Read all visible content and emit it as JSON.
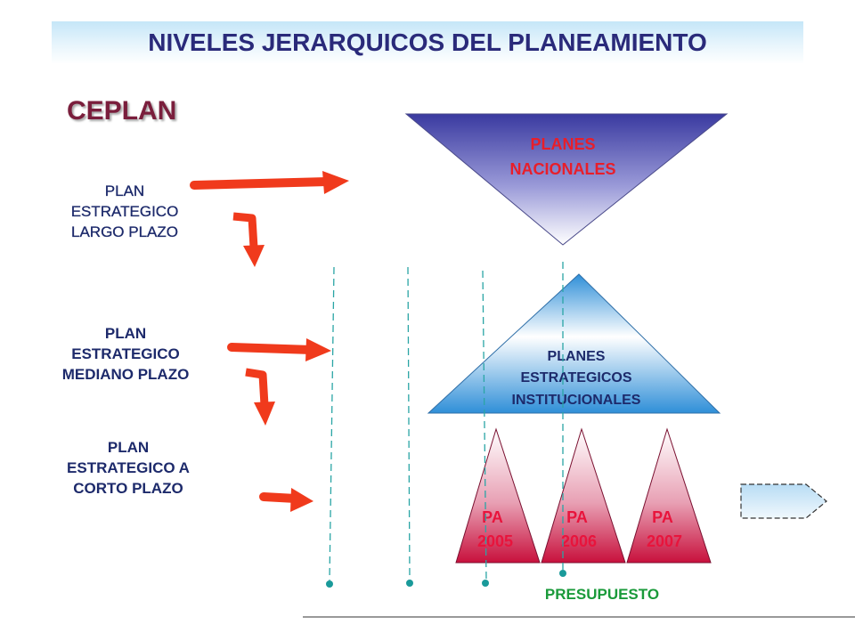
{
  "title": "NIVELES JERARQUICOS DEL PLANEAMIENTO",
  "org": "CEPLAN",
  "levels": [
    {
      "lines": [
        "PLAN",
        "ESTRATEGICO",
        "LARGO PLAZO"
      ]
    },
    {
      "lines": [
        "PLAN",
        "ESTRATEGICO",
        "MEDIANO PLAZO"
      ]
    },
    {
      "lines": [
        "PLAN",
        "ESTRATEGICO A",
        "CORTO PLAZO"
      ]
    }
  ],
  "top_triangle": {
    "lines": [
      "PLANES",
      "NACIONALES"
    ]
  },
  "mid_triangle": {
    "lines": [
      "PLANES",
      "ESTRATEGICOS",
      "INSTITUCIONALES"
    ]
  },
  "annual_plans": [
    {
      "label": "PA",
      "year": "2005"
    },
    {
      "label": "PA",
      "year": "2006"
    },
    {
      "label": "PA",
      "year": "2007"
    }
  ],
  "budget_label": "PRESUPUESTO",
  "colors": {
    "arrow": "#f03a1c",
    "title": "#2a2a7a",
    "org": "#7a1e3c",
    "guide": "#2aa5a5",
    "annual": "#e8143c"
  }
}
